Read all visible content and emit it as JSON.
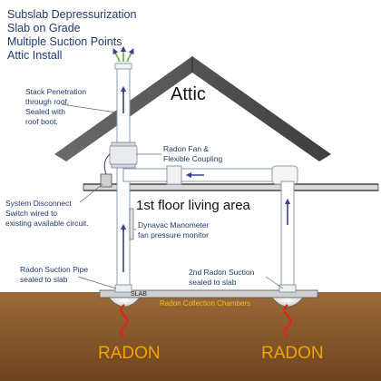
{
  "title_lines": [
    "Subslab Depressurization",
    "Slab on Grade",
    "Multiple Suction Points",
    "Attic Install"
  ],
  "attic_label": "Attic",
  "floor_label": "1st floor living area",
  "stack_note": [
    "Stack Penetration",
    "through roof.",
    "Sealed with",
    "roof boot."
  ],
  "fan_note": [
    "Radon Fan &",
    "Flexible Coupling"
  ],
  "disconnect_note": [
    "System Disconnect",
    "Switch wired to",
    "existing available circuit."
  ],
  "manometer_note": [
    "Dynavac Manometer",
    "fan pressure monitor"
  ],
  "suction_pipe_note": [
    "Radon Suction Pipe",
    "sealed to slab"
  ],
  "second_suction_note": [
    "2nd Radon Suction",
    "sealed to slab"
  ],
  "slab_label": "SLAB",
  "chambers_label": "Radon Collection Chambers",
  "radon_left": "RADON",
  "radon_right": "RADON",
  "colors": {
    "roof": "#545454",
    "soil": "#8b5a2b",
    "pipe": "#ffffff",
    "pipe_outline": "#8a9ab0",
    "arrow": "#3a3f8f",
    "radon_text": "#f0a400",
    "radon_wave": "#e2231a",
    "chamber_text": "#f3c21a",
    "text_blue": "#1f3a6e"
  }
}
